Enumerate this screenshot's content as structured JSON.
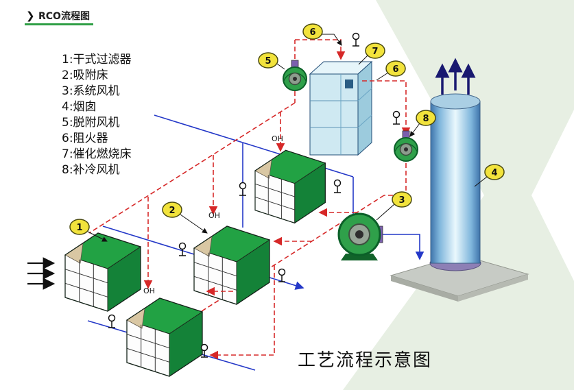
{
  "header": {
    "title": "RCO流程图"
  },
  "legend": {
    "items": [
      "1:干式过滤器",
      "2:吸附床",
      "3:系统风机",
      "4:烟囱",
      "5:脱附风机",
      "6:阻火器",
      "7:催化燃烧床",
      "8:补冷风机"
    ]
  },
  "caption": "工艺流程示意图",
  "callouts": [
    "1",
    "2",
    "3",
    "4",
    "5",
    "6",
    "7",
    "6",
    "8"
  ],
  "valve_labels": [
    "OH",
    "OH",
    "OH"
  ],
  "colors": {
    "accent_green": "#2e9e44",
    "callout_yellow": "#f2e33c",
    "pipe_red": "#d62828",
    "pipe_blue": "#2438c8",
    "background_arrow": "#e7efe3",
    "unit_green": "#22a244",
    "tower_blue": "#7fb6dc"
  }
}
